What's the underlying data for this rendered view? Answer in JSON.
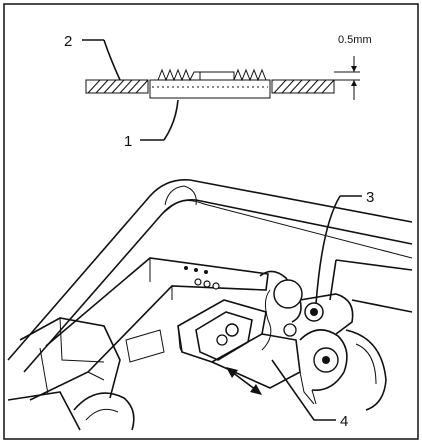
{
  "callouts": {
    "c1": "1",
    "c2": "2",
    "c3": "3",
    "c4": "4"
  },
  "dimension": {
    "gap": "0.5mm"
  },
  "colors": {
    "ink": "#111111",
    "paper": "#ffffff"
  }
}
